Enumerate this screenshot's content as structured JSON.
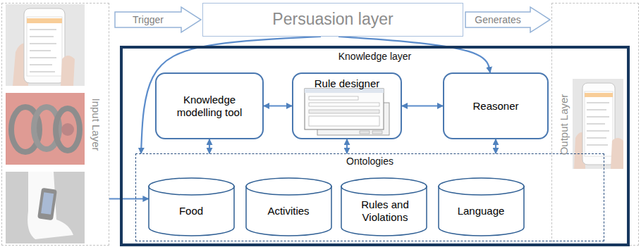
{
  "diagram": {
    "nodes": [
      {
        "text": [
          "Input Layer"
        ]
      },
      {
        "text": [
          "Persuasion layer"
        ]
      },
      {
        "text": [
          "Output Layer"
        ]
      },
      {
        "text": [
          "Knowledge layer"
        ]
      },
      {
        "text": [
          "Knowledge modelling tool"
        ],
        "in": 3
      },
      {
        "text": [
          "Rule designer"
        ],
        "in": 3
      },
      {
        "text": [
          "Reasoner"
        ],
        "in": 3
      },
      {
        "text": [
          "Ontologies"
        ],
        "in": 3
      },
      {
        "text": [
          "Food"
        ],
        "in": 7
      },
      {
        "text": [
          "Activities"
        ],
        "in": 7
      },
      {
        "text": [
          "Rules and Violations"
        ],
        "in": 7
      },
      {
        "text": [
          "Language"
        ],
        "in": 7
      }
    ],
    "edges": [
      {
        "from": 0,
        "to": 1,
        "arrow": "to",
        "label": "Trigger"
      },
      {
        "from": 1,
        "to": 2,
        "arrow": "to",
        "label": "Generates"
      },
      {
        "from": 1,
        "to": 7,
        "arrow": "to"
      },
      {
        "from": 1,
        "to": 6,
        "arrow": "to"
      },
      {
        "from": 4,
        "to": 5,
        "arrow": "both"
      },
      {
        "from": 5,
        "to": 6,
        "arrow": "both"
      },
      {
        "from": 4,
        "to": 7,
        "arrow": "both"
      },
      {
        "from": 5,
        "to": 7,
        "arrow": "both"
      },
      {
        "from": 6,
        "to": 7,
        "arrow": "both"
      },
      {
        "from": 0,
        "to": 8,
        "arrow": "to"
      }
    ]
  }
}
